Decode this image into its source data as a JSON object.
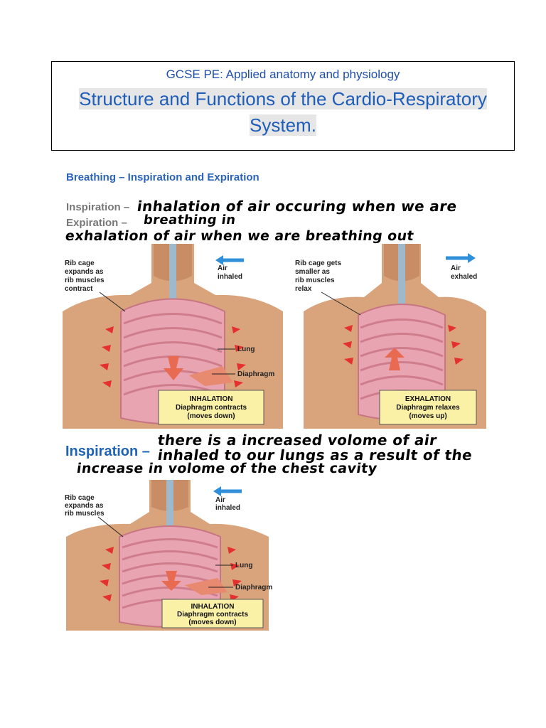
{
  "header": {
    "course": "GCSE PE: Applied anatomy and physiology",
    "title_line1": "Structure and Functions of the Cardio-Respiratory",
    "title_line2": "System."
  },
  "section": {
    "heading": "Breathing – Inspiration and Expiration",
    "inspiration_label": "Inspiration –",
    "inspiration_answer_line1": "inhalation of air occuring when we are",
    "inspiration_answer_line2": "breathing in",
    "expiration_label": "Expiration –",
    "expiration_answer": "exhalation of air when we are breathing out"
  },
  "diagram_inhale": {
    "rib_label": [
      "Rib cage",
      "expands as",
      "rib muscles",
      "contract"
    ],
    "air_label": [
      "Air",
      "inhaled"
    ],
    "lung_label": "Lung",
    "diaphragm_label": "Diaphragm",
    "box_title": "INHALATION",
    "box_line1": "Diaphragm contracts",
    "box_line2": "(moves down)"
  },
  "diagram_exhale": {
    "rib_label": [
      "Rib cage gets",
      "smaller as",
      "rib muscles",
      "relax"
    ],
    "air_label": [
      "Air",
      "exhaled"
    ],
    "box_title": "EXHALATION",
    "box_line1": "Diaphragm relaxes",
    "box_line2": "(moves up)"
  },
  "section2": {
    "inspiration_label": "Inspiration –",
    "answer_line1": "there is a increased volome of air",
    "answer_line2": "inhaled to our lungs as a result of the",
    "answer_line3": "increase in volome of the chest cavity"
  },
  "colors": {
    "heading_blue": "#2b63b7",
    "title_blue": "#1f5eb8",
    "skin": "#d9a47c",
    "lung": "#e8a4b0",
    "arrow_red": "#e53030",
    "air_arrow": "#2f8fd8",
    "label_box": "#fbf1a6"
  }
}
